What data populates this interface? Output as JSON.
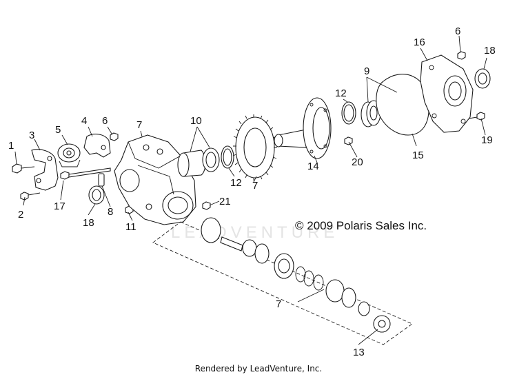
{
  "diagram": {
    "copyright": "© 2009 Polaris Sales Inc.",
    "footer": "Rendered by LeadVenture, Inc.",
    "watermark": "LEADVENTURE",
    "callouts": [
      "1",
      "2",
      "3",
      "4",
      "5",
      "6",
      "7",
      "8",
      "9",
      "10",
      "11",
      "12",
      "13",
      "14",
      "15",
      "16",
      "17",
      "18",
      "19",
      "20",
      "21"
    ],
    "callout_label_7_repeats": [
      "7",
      "7",
      "7"
    ],
    "callout_label_12_repeats": [
      "12",
      "12"
    ],
    "callout_label_18_repeats": [
      "18",
      "18"
    ],
    "callout_label_6_repeats": [
      "6",
      "6"
    ]
  }
}
